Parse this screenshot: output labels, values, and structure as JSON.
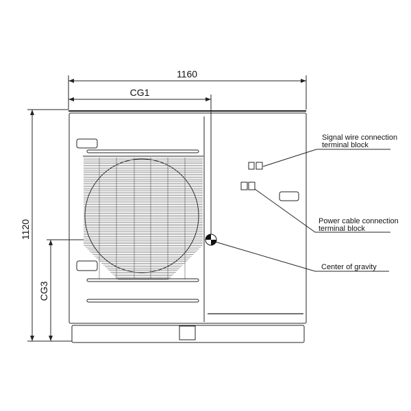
{
  "dimensions": {
    "width": "1160",
    "height": "1120",
    "cg1": "CG1",
    "cg3": "CG3"
  },
  "labels": {
    "signal_line1": "Signal wire connection",
    "signal_line2": "terminal block",
    "power_line1": "Power cable connection",
    "power_line2": "terminal block",
    "center_of_gravity": "Center of gravity"
  }
}
